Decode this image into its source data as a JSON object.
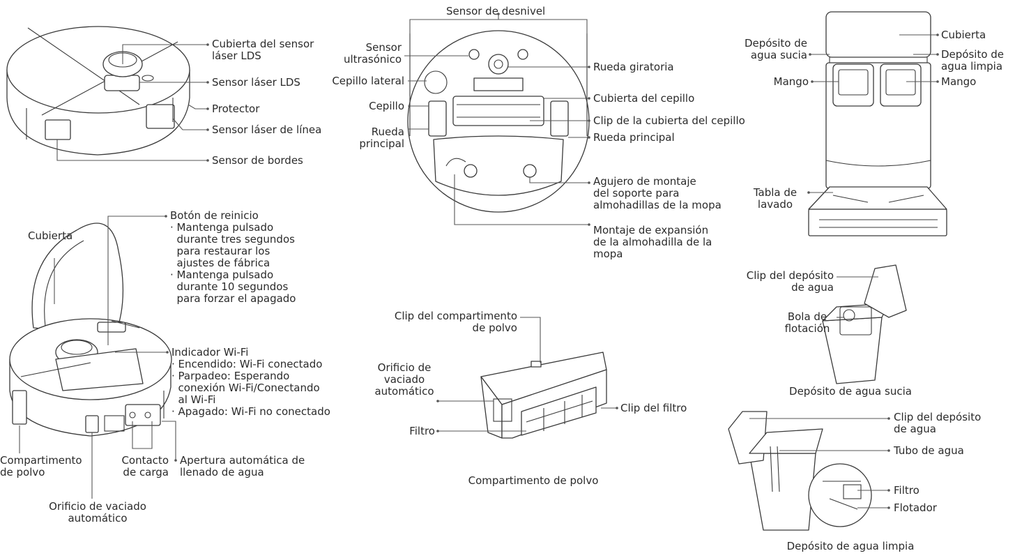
{
  "robot_top": {
    "lds_cover": "Cubierta del sensor\nláser LDS",
    "lds_sensor": "Sensor láser LDS",
    "protector": "Protector",
    "line_laser": "Sensor láser de línea",
    "edge_sensor": "Sensor de bordes"
  },
  "robot_bottom": {
    "cliff_sensor": "Sensor de desnivel",
    "ultrasonic": "Sensor\nultrasónico",
    "side_brush": "Cepillo lateral",
    "brush": "Cepillo",
    "main_wheel_left": "Rueda\nprincipal",
    "swivel_wheel": "Rueda giratoria",
    "brush_cover": "Cubierta del cepillo",
    "brush_cover_clip": "Clip de la cubierta del cepillo",
    "main_wheel_right": "Rueda principal",
    "mop_mount_hole": "Agujero de montaje\ndel soporte para\nalmohadillas de la mopa",
    "mop_expansion": "Montaje de expansión\nde la almohadilla de la\nmopa"
  },
  "dock": {
    "dirty_tank": "Depósito de\nagua sucia",
    "handle_left": "Mango",
    "cover": "Cubierta",
    "clean_tank": "Depósito de\nagua limpia",
    "handle_right": "Mango",
    "wash_board": "Tabla de\nlavado"
  },
  "robot_open": {
    "cover": "Cubierta",
    "reset_button": "Botón de reinicio\n· Mantenga pulsado\n  durante tres segundos\n  para restaurar los\n  ajustes de fábrica\n· Mantenga pulsado\n  durante 10 segundos\n  para forzar el apagado",
    "wifi_indicator": "Indicador Wi-Fi\n· Encendido: Wi-Fi conectado\n· Parpadeo: Esperando\n  conexión Wi-Fi/Conectando\n  al Wi-Fi\n· Apagado: Wi-Fi no conectado",
    "dust_compartment": "Compartimento\nde polvo",
    "charge_contact": "Contacto\nde carga",
    "auto_fill": "Apertura automática de\nllenado de agua",
    "auto_empty": "Orificio de vaciado\nautomático"
  },
  "dustbin": {
    "clip": "Clip del compartimento\nde polvo",
    "auto_empty": "Orificio de\nvaciado\nautomático",
    "filter": "Filtro",
    "filter_clip": "Clip del filtro",
    "caption": "Compartimento de polvo"
  },
  "dirty_tank": {
    "clip": "Clip del depósito\nde agua",
    "float_ball": "Bola de\nflotación",
    "caption": "Depósito de agua sucia"
  },
  "clean_tank": {
    "clip": "Clip del depósito\nde agua",
    "tube": "Tubo de agua",
    "filter": "Filtro",
    "float": "Flotador",
    "caption": "Depósito de agua limpia"
  }
}
